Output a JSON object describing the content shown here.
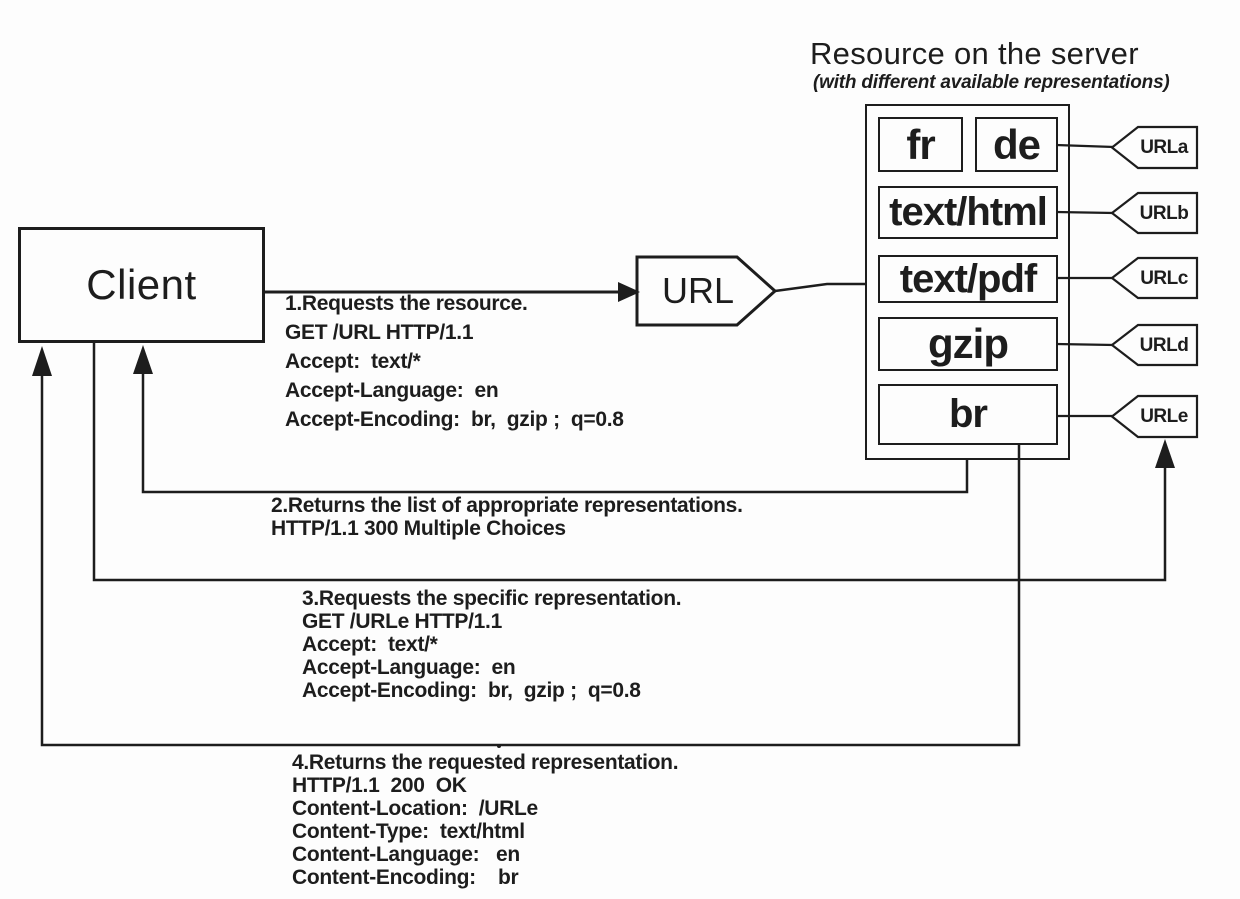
{
  "title": {
    "main": "Resource on the server",
    "subtitle": "(with different available representations)"
  },
  "client": {
    "label": "Client"
  },
  "url_node": {
    "label": "URL"
  },
  "server": {
    "representations": [
      {
        "label": "fr"
      },
      {
        "label": "de"
      },
      {
        "label": "text/html"
      },
      {
        "label": "text/pdf"
      },
      {
        "label": "gzip"
      },
      {
        "label": "br"
      }
    ],
    "url_tags": [
      {
        "label": "URLa"
      },
      {
        "label": "URLb"
      },
      {
        "label": "URLc"
      },
      {
        "label": "URLd"
      },
      {
        "label": "URLe"
      }
    ]
  },
  "steps": [
    {
      "lines": [
        "1.Requests the resource.",
        "GET /URL HTTP/1.1",
        "Accept:  text/*",
        "Accept-Language:  en",
        "Accept-Encoding:  br,  gzip ;  q=0.8"
      ]
    },
    {
      "lines": [
        "2.Returns the list of appropriate representations.",
        "HTTP/1.1 300 Multiple Choices"
      ]
    },
    {
      "lines": [
        "3.Requests the specific representation.",
        "GET /URLe HTTP/1.1",
        "Accept:  text/*",
        "Accept-Language:  en",
        "Accept-Encoding:  br,  gzip ;  q=0.8"
      ]
    },
    {
      "lines": [
        "4.Returns the requested representation.",
        "HTTP/1.1  200  OK",
        "Content-Location:  /URLe",
        "Content-Type:  text/html",
        "Content-Language:   en",
        "Content-Encoding:    br"
      ]
    }
  ],
  "colors": {
    "ink": "#1d1d1d",
    "background": "#fdfdfd"
  }
}
